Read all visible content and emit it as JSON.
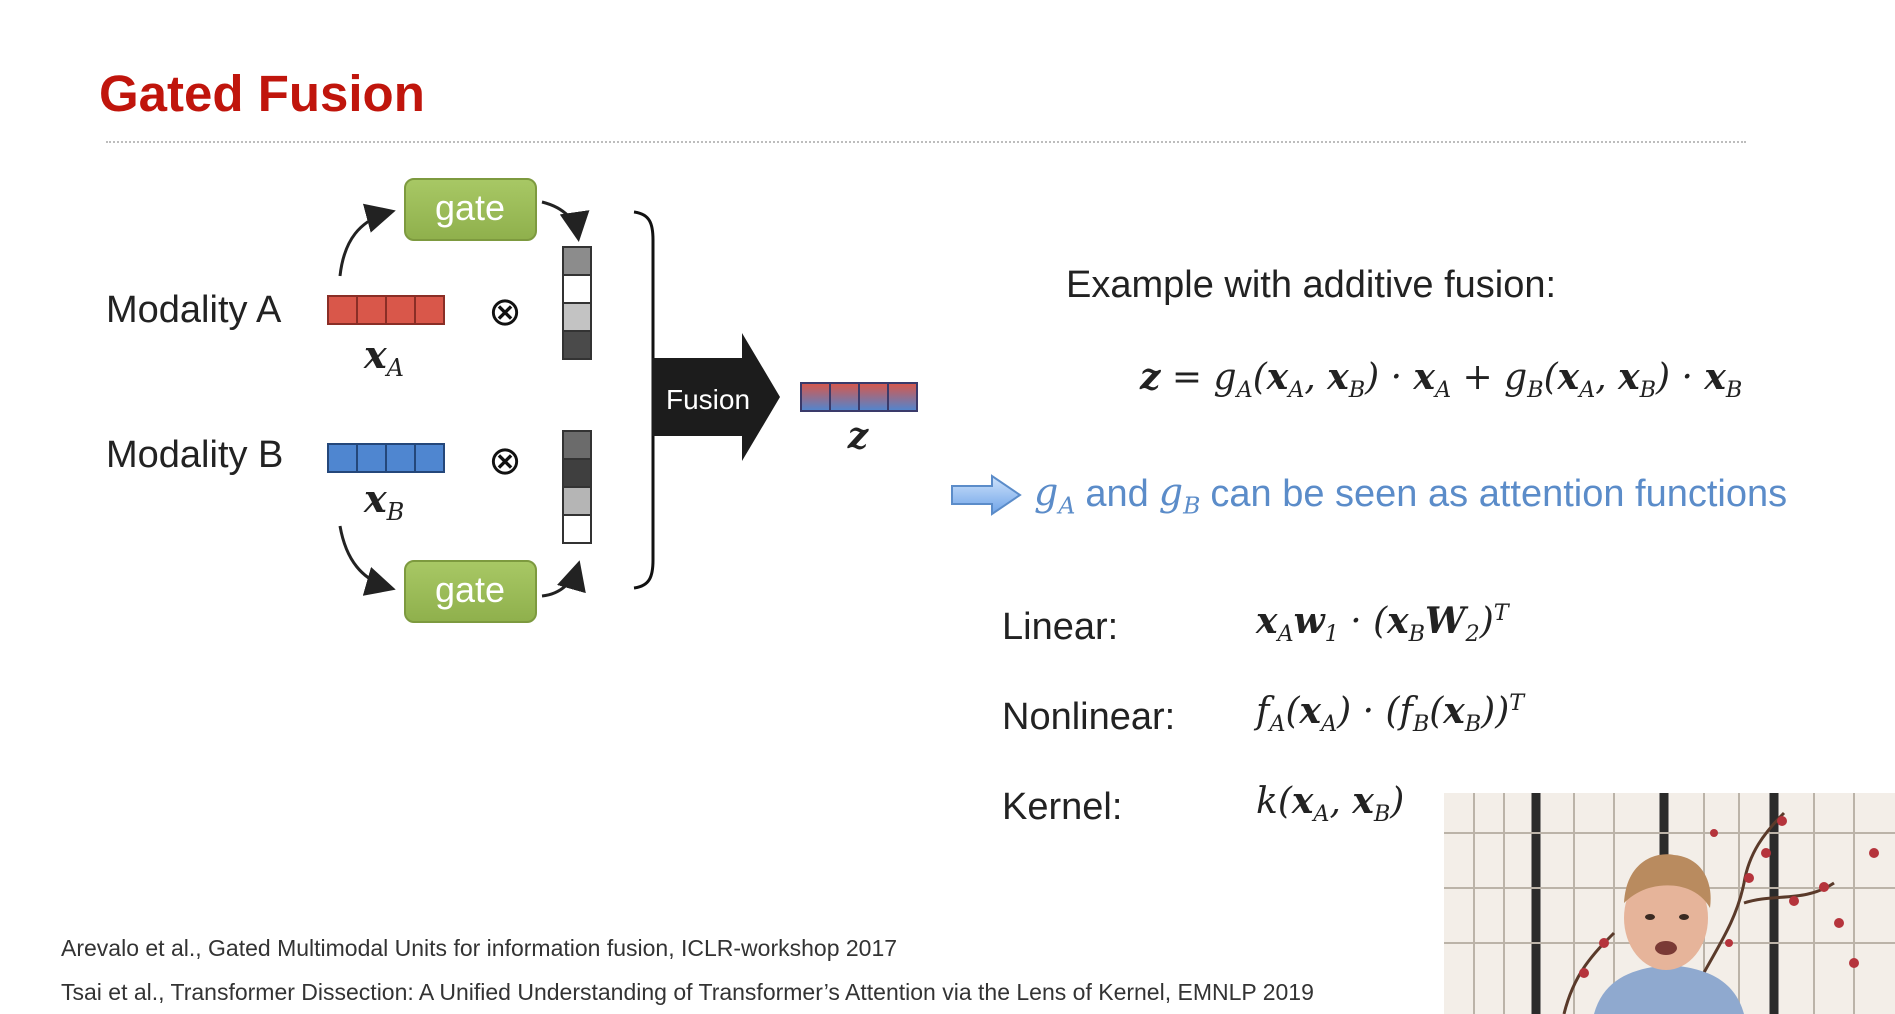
{
  "slide": {
    "title": "Gated Fusion"
  },
  "diagram": {
    "modality_a_label": "Modality A",
    "modality_b_label": "Modality B",
    "gate_label": "gate",
    "fusion_label": "Fusion",
    "x_a_label": "x",
    "x_a_sub": "A",
    "x_b_label": "x",
    "x_b_sub": "B",
    "z_label": "z",
    "otimes": "⊗",
    "colors": {
      "modality_a": "#d9574a",
      "modality_b": "#4f86d0",
      "gate": "#9bbd57",
      "fusion_arrow": "#1c1c1c"
    }
  },
  "right": {
    "example_heading": "Example with additive fusion:",
    "attention_text": "and",
    "attention_tail": "can be seen as attention functions",
    "accent_color": "#5b8cc9",
    "linear_label": "Linear:",
    "nonlinear_label": "Nonlinear:",
    "kernel_label": "Kernel:"
  },
  "references": {
    "ref1": "Arevalo et al., Gated Multimodal Units for information fusion, ICLR-workshop 2017",
    "ref2": "Tsai et al., Transformer Dissection: A Unified Understanding of Transformer’s Attention via the Lens of Kernel, EMNLP 2019"
  }
}
